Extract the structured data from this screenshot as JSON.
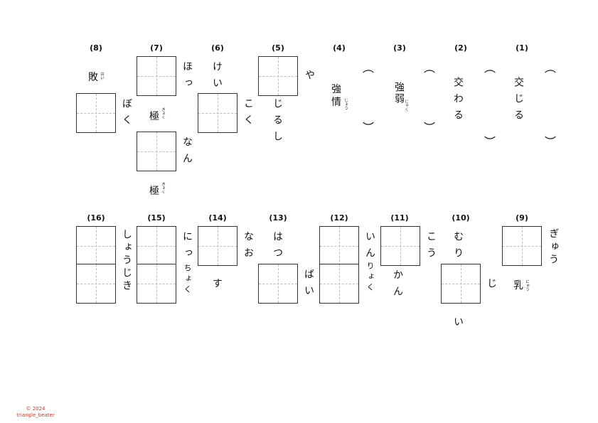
{
  "q1": {
    "num": "(1)",
    "text": "交じる"
  },
  "q2": {
    "num": "(2)",
    "text": "交わる"
  },
  "q3": {
    "num": "(3)",
    "kanji": "強弱",
    "ruby": "じゃく"
  },
  "q4": {
    "num": "(4)",
    "kanji1": "強",
    "kanji2": "情",
    "ruby": "じょう"
  },
  "q5": {
    "num": "(5)",
    "kana_top": "や",
    "kana_bottom": "じるし"
  },
  "q6": {
    "num": "(6)",
    "kana_top": "けい",
    "kana_side": "こく"
  },
  "q7": {
    "num": "(7)",
    "kana_top": "ほっ",
    "kana_bottom": "なん",
    "kanji": "極",
    "ruby": "きょく",
    "kanji_bottom": "極",
    "ruby_bottom": "きょく"
  },
  "q8": {
    "num": "(8)",
    "kanji": "敗",
    "ruby": "はい",
    "kana": "ぼく"
  },
  "q9": {
    "num": "(9)",
    "kana": "ぎゅう",
    "kanji": "乳",
    "ruby": "にゅう"
  },
  "q10": {
    "num": "(10)",
    "kana_top": "むり",
    "kana_side": "じ",
    "kana_bottom": "い"
  },
  "q11": {
    "num": "(11)",
    "kana_top": "こう",
    "kana_bottom": "かん"
  },
  "q12": {
    "num": "(12)",
    "kana_top": "いん",
    "kana_small": "りょく"
  },
  "q13": {
    "num": "(13)",
    "kana_top": "はつ",
    "kana_bottom": "ばい"
  },
  "q14": {
    "num": "(14)",
    "kana_top": "なお",
    "kana_bottom": "す"
  },
  "q15": {
    "num": "(15)",
    "kana_top": "にっ",
    "kana_small": "ちょく"
  },
  "q16": {
    "num": "(16)",
    "kana": "しょうじき"
  },
  "parens": {
    "open": "︵",
    "close": "︶"
  },
  "footer": {
    "line1": "© 2024",
    "line2": "triangle_beater"
  }
}
